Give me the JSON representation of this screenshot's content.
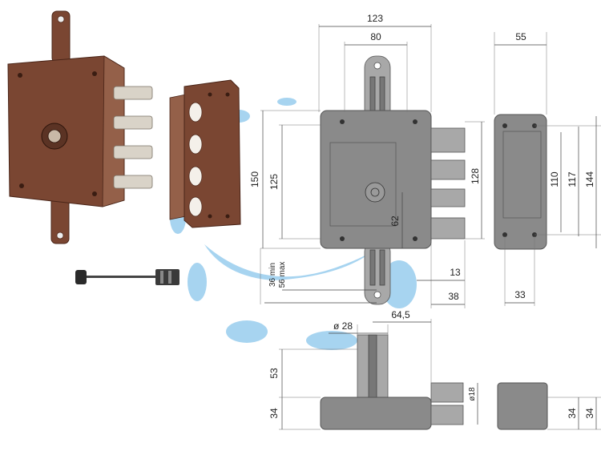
{
  "diagram": {
    "product": "lock-with-bolts-and-key",
    "dimensions": {
      "top_width_total": "123",
      "top_width_inner": "80",
      "height_outer": "150",
      "height_inner": "125",
      "bolt_span": "128",
      "key_offset": "62",
      "backset_min": "36 min",
      "backset_max": "56 max",
      "bolt_len_13": "13",
      "bolt_len_38": "38",
      "keeper_width": "55",
      "keeper_h1": "110",
      "keeper_h2": "117",
      "keeper_h3": "144",
      "keeper_depth": "33",
      "cylinder_dia": "ø 28",
      "depth_64": "64,5",
      "side_h53": "53",
      "side_h34_left": "34",
      "bolt_dia": "ø18",
      "side_h34_r1": "34",
      "side_h34_r2": "34"
    },
    "colors": {
      "lock_body": "#7a4632",
      "drawing_fill": "#8a8a8a",
      "watermark": "#5fb1e3"
    }
  }
}
